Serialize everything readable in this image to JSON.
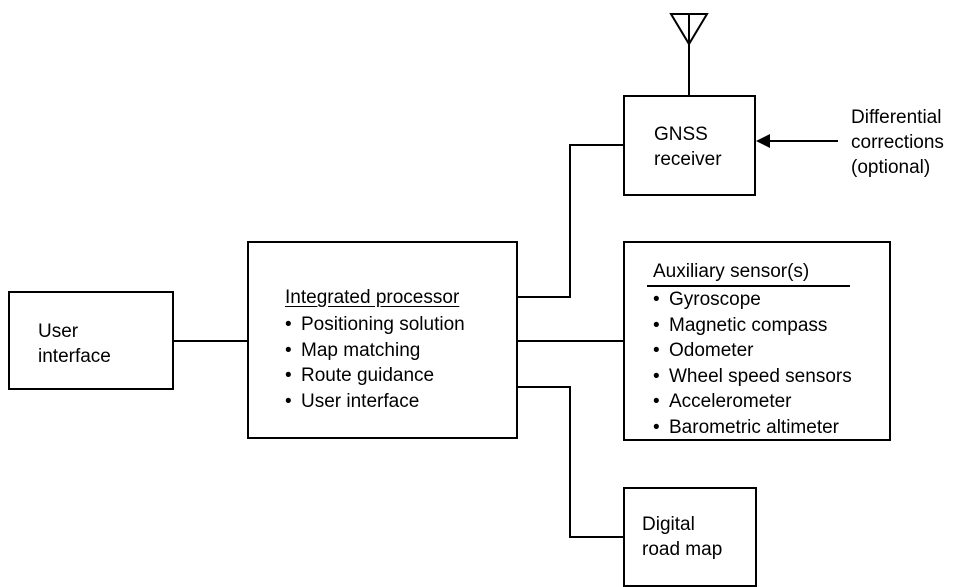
{
  "user_interface_box": {
    "line1": "User",
    "line2": "interface"
  },
  "integrated_processor": {
    "title": "Integrated processor",
    "items": [
      "Positioning solution",
      "Map matching",
      "Route guidance",
      "User interface"
    ]
  },
  "gnss_receiver": {
    "line1": "GNSS",
    "line2": "receiver"
  },
  "differential_corrections": {
    "line1": "Differential",
    "line2": "corrections",
    "line3": "(optional)"
  },
  "auxiliary_sensors": {
    "title": "Auxiliary sensor(s)",
    "items": [
      "Gyroscope",
      "Magnetic compass",
      "Odometer",
      "Wheel speed sensors",
      "Accelerometer",
      "Barometric altimeter"
    ]
  },
  "digital_road_map": {
    "line1": "Digital",
    "line2": "road map"
  },
  "colors": {
    "stroke": "#000000",
    "background": "#ffffff"
  }
}
